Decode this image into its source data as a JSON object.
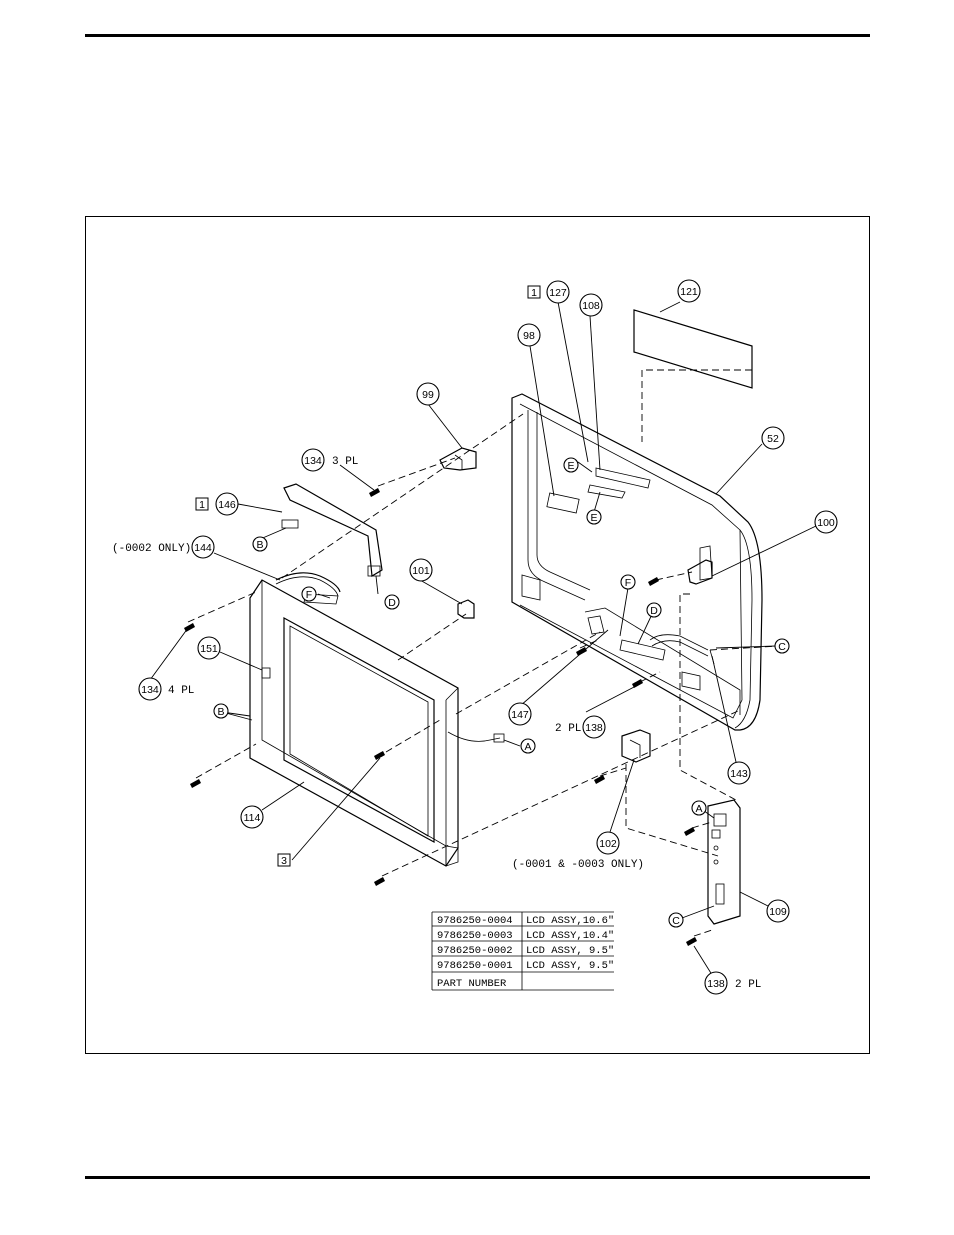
{
  "callouts": {
    "c121": "121",
    "c127": "127",
    "c108": "108",
    "c98": "98",
    "c99": "99",
    "c52": "52",
    "c134a": "134",
    "c146": "146",
    "c144": "144",
    "c101": "101",
    "c100": "100",
    "c151": "151",
    "c134b": "134",
    "c147": "147",
    "c138a": "138",
    "c143": "143",
    "c114": "114",
    "c102": "102",
    "c109": "109",
    "c138b": "138",
    "lA1": "A",
    "lA2": "A",
    "lB1": "B",
    "lB2": "B",
    "lC1": "C",
    "lC2": "C",
    "lD1": "D",
    "lD2": "D",
    "lE1": "E",
    "lE2": "E",
    "lF1": "F",
    "lF2": "F"
  },
  "boxes": {
    "b1a": "1",
    "b1b": "1",
    "b3": "3"
  },
  "notes": {
    "pl3": "3 PL",
    "pl4": "4 PL",
    "pl2a": "2 PL",
    "pl2b": "2 PL",
    "only0002": "(-0002 ONLY)",
    "only0001": "(-0001 & -0003 ONLY)"
  },
  "table": {
    "rows": [
      {
        "part": "9786250-0004",
        "desc": "LCD ASSY,10.6\""
      },
      {
        "part": "9786250-0003",
        "desc": "LCD ASSY,10.4\""
      },
      {
        "part": "9786250-0002",
        "desc": "LCD ASSY, 9.5\""
      },
      {
        "part": "9786250-0001",
        "desc": "LCD ASSY, 9.5\""
      }
    ],
    "header": "PART NUMBER"
  }
}
